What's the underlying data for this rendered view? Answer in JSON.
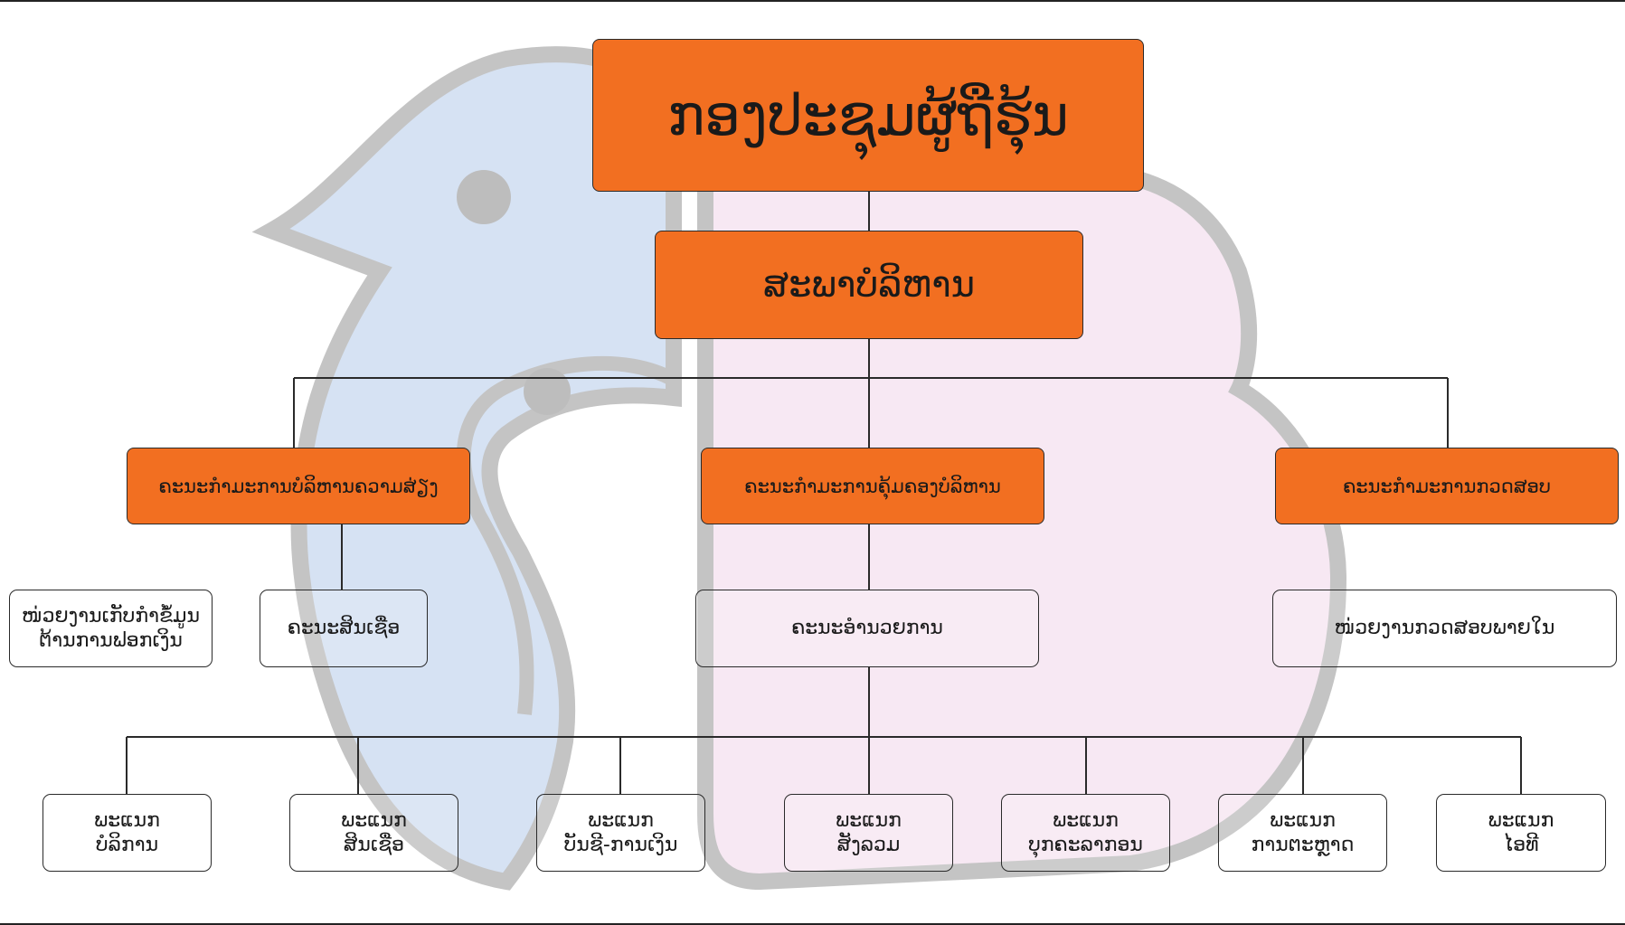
{
  "nodes": {
    "shareholders": "ກອງປະຊຸມຜູ້ຖືຮຸ້ນ",
    "board": "ສະພາບໍລິຫານ",
    "risk_committee": "ຄະນະກຳມະການບໍລິຫານຄວາມສ່ຽງ",
    "governance_committee": "ຄະນະກຳມະການຄຸ້ມຄອງບໍລິຫານ",
    "audit_committee": "ຄະນະກຳມະການກວດສອບ",
    "aml_unit_line1": "ໜ່ວຍງານເກັບກຳຂໍ້ມູນ",
    "aml_unit_line2": "ຕ້ານການຟອກເງິນ",
    "credit_committee": "ຄະນະສິນເຊື່ອ",
    "management": "ຄະນະອຳນວຍການ",
    "internal_audit": "ໜ່ວຍງານກວດສອບພາຍໃນ"
  },
  "departments": [
    {
      "line1": "ພະແນກ",
      "line2": "ບໍລິການ"
    },
    {
      "line1": "ພະແນກ",
      "line2": "ສິນເຊື່ອ"
    },
    {
      "line1": "ພະແນກ",
      "line2": "ບັນຊີ-ການເງິນ"
    },
    {
      "line1": "ພະແນກ",
      "line2": "ສັງລວມ"
    },
    {
      "line1": "ພະແນກ",
      "line2": "ບຸກຄະລາກອນ"
    },
    {
      "line1": "ພະແນກ",
      "line2": "ການຕະຫຼາດ"
    },
    {
      "line1": "ພະແນກ",
      "line2": "ໄອທີ"
    }
  ],
  "colors": {
    "accent": "#f26f21",
    "connector": "#2a2a2a",
    "watermark_blue": "#d6e2f3",
    "watermark_pink": "#f7e8f3",
    "watermark_gray": "#c4c4c4"
  }
}
